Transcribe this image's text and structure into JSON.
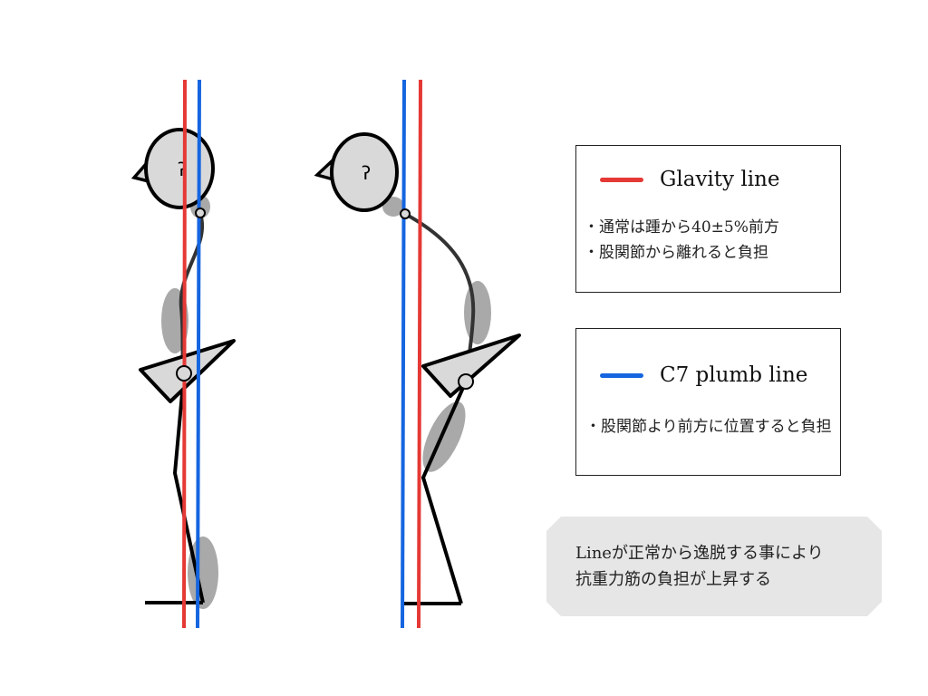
{
  "legend": {
    "gravity": {
      "label": "Glavity line",
      "color": "#e53935",
      "notes": [
        "・通常は踵から40±5%前方",
        "・股関節から離れると負担"
      ]
    },
    "c7": {
      "label": "C7 plumb line",
      "color": "#1565e0",
      "notes": [
        "・股関節より前方に位置すると負担"
      ]
    }
  },
  "callout": {
    "lines": [
      "Lineが正常から逸脱する事により",
      "抗重力筋の負担が上昇する"
    ]
  },
  "colors": {
    "muscle": "#a9a9a9",
    "body_fill": "#d9d9d9",
    "outline": "#000000"
  }
}
